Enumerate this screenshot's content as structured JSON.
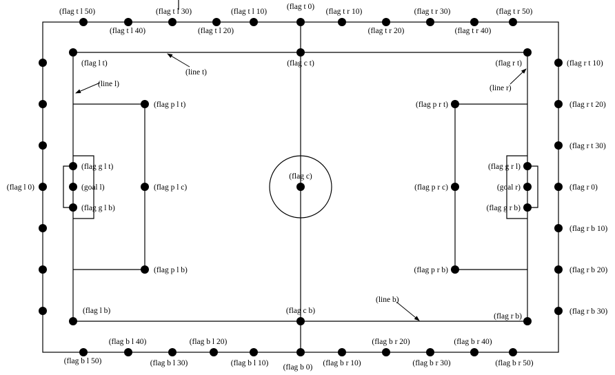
{
  "flags": {
    "t_l_50": "(flag t l 50)",
    "t_l_40": "(flag t l 40)",
    "t_l_30": "(flag t l 30)",
    "t_l_20": "(flag t l 20)",
    "t_l_10": "(flag t l 10)",
    "t_0": "(flag t 0)",
    "t_r_10": "(flag t r 10)",
    "t_r_20": "(flag t r 20)",
    "t_r_30": "(flag t r 30)",
    "t_r_40": "(flag t r 40)",
    "t_r_50": "(flag t r 50)",
    "l_t": "(flag l t)",
    "c_t": "(flag c t)",
    "r_t": "(flag r t)",
    "p_l_t": "(flag p l t)",
    "p_l_c": "(flag p l c)",
    "p_l_b": "(flag p l b)",
    "p_r_t": "(flag p r t)",
    "p_r_c": "(flag p r c)",
    "p_r_b": "(flag p r b)",
    "g_l_t": "(flag g l t)",
    "g_l_b": "(flag g l b)",
    "g_r_l": "(flag g r l)",
    "g_r_b": "(flag g r b)",
    "c": "(flag c)",
    "l_0": "(flag l 0)",
    "r_t_10": "(flag r t 10)",
    "r_t_20": "(flag r t 20)",
    "r_t_30": "(flag r t 30)",
    "r_0": "(flag r 0)",
    "r_b_10": "(flag r b 10)",
    "r_b_20": "(flag r b 20)",
    "r_b_30": "(flag r b 30)",
    "l_b": "(flag l b)",
    "c_b": "(flag c b)",
    "r_b": "(flag r b)",
    "b_l_50": "(flag b l 50)",
    "b_l_40": "(flag b l 40)",
    "b_l_30": "(flag b l 30)",
    "b_l_20": "(flag b l 20)",
    "b_l_10": "(flag b l 10)",
    "b_0": "(flag b 0)",
    "b_r_10": "(flag b r 10)",
    "b_r_20": "(flag b r 20)",
    "b_r_30": "(flag b r 30)",
    "b_r_40": "(flag b r 40)",
    "b_r_50": "(flag b r 50)"
  },
  "goals": {
    "left": "(goal l)",
    "right": "(goal r)"
  },
  "lines": {
    "top": "(line t)",
    "left": "(line l)",
    "right": "(line r)",
    "bottom": "(line b)"
  }
}
